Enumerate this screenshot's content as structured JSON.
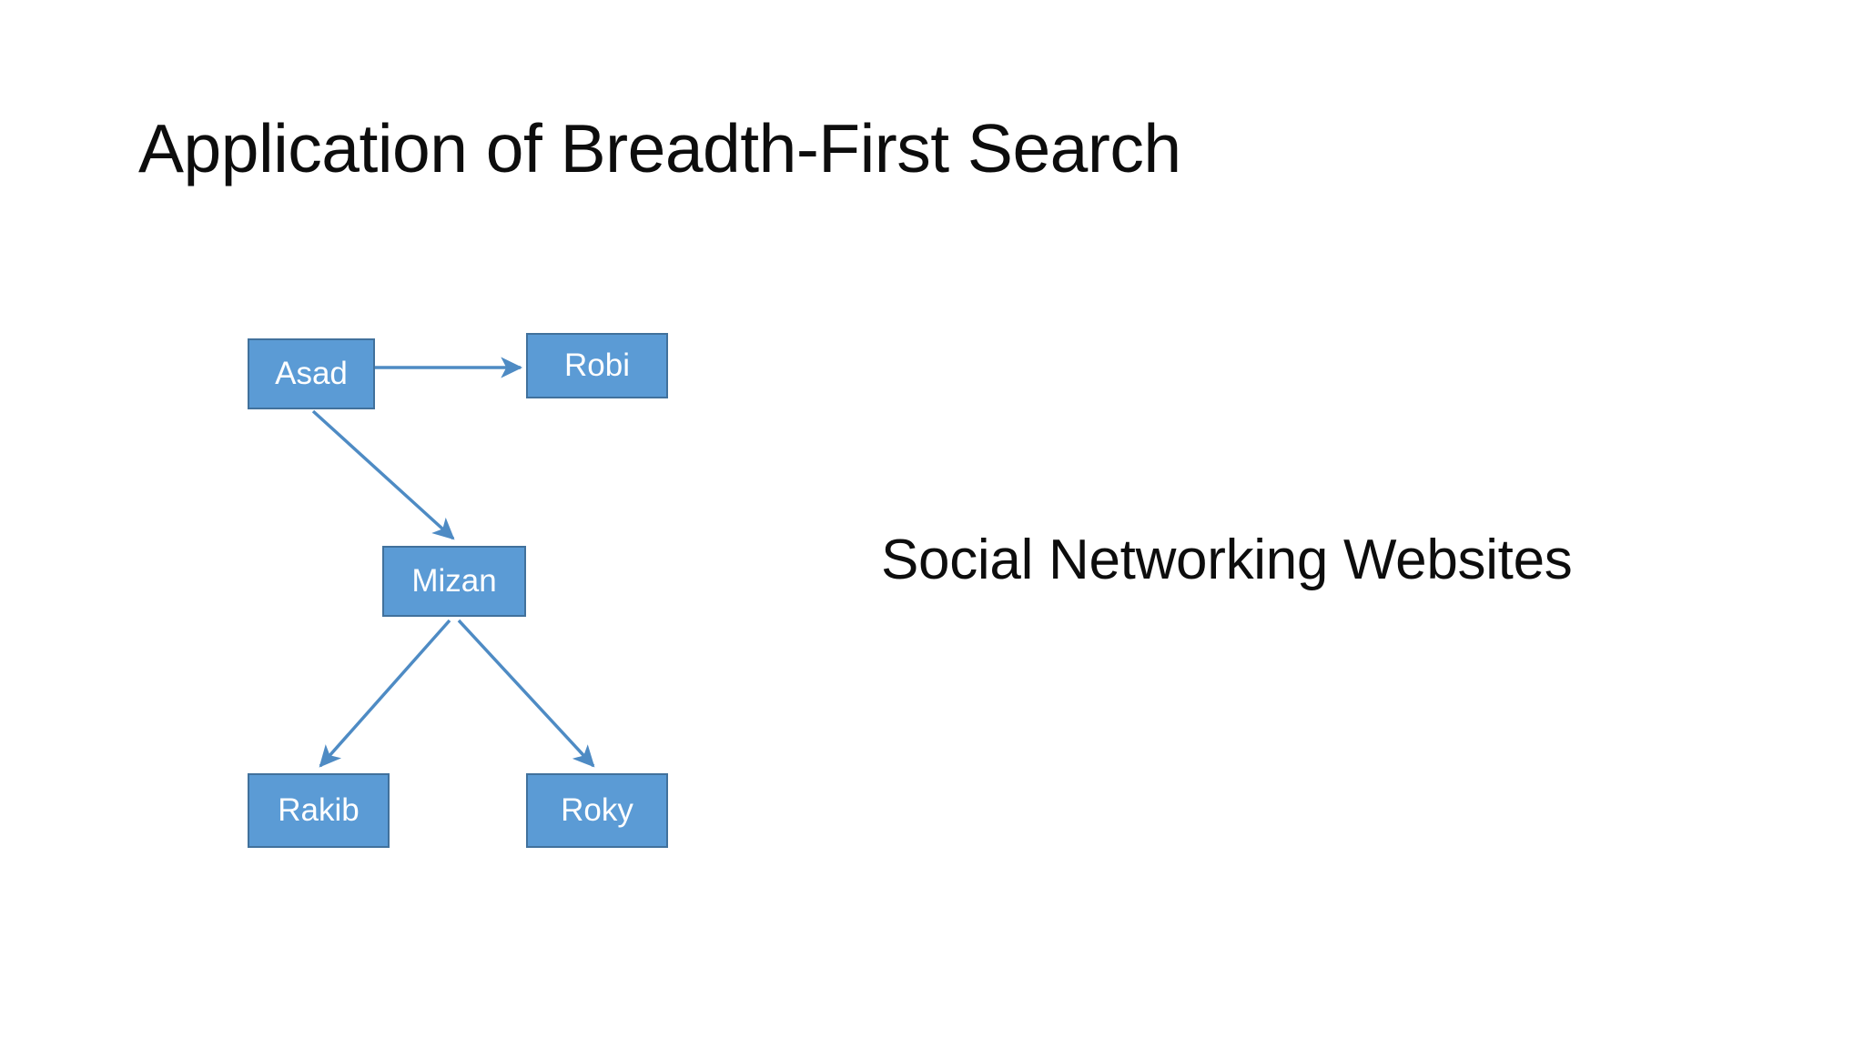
{
  "slide": {
    "title": "Application of Breadth-First Search",
    "caption": "Social Networking Websites",
    "background_color": "#FFFFFF",
    "title_color": "#0D0D0D"
  },
  "diagram": {
    "name": "breadth-first-search-social-graph",
    "node_fill_color": "#5B9BD5",
    "node_border_color": "#41719C",
    "node_label_color": "#FFFFFF",
    "edge_color": "#4E8BC4",
    "nodes": [
      {
        "id": "asad",
        "label": "Asad"
      },
      {
        "id": "robi",
        "label": "Robi"
      },
      {
        "id": "mizan",
        "label": "Mizan"
      },
      {
        "id": "rakib",
        "label": "Rakib"
      },
      {
        "id": "roky",
        "label": "Roky"
      }
    ],
    "edges": [
      {
        "from": "Asad",
        "to": "Robi"
      },
      {
        "from": "Asad",
        "to": "Mizan"
      },
      {
        "from": "Mizan",
        "to": "Rakib"
      },
      {
        "from": "Mizan",
        "to": "Roky"
      }
    ]
  }
}
